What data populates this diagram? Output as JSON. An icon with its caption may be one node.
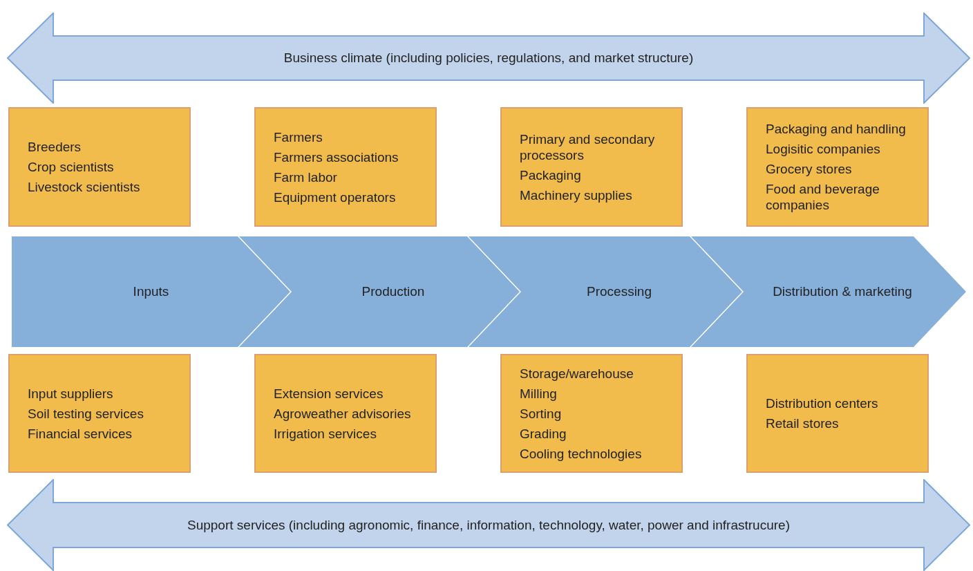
{
  "diagram": {
    "nodes": [
      {
        "text": [
          "Business climate (including policies, regulations, and market structure)"
        ]
      },
      {
        "text": [
          "Breeders",
          "Crop scientists",
          "Livestock scientists"
        ]
      },
      {
        "text": [
          "Farmers",
          "Farmers associations",
          "Farm labor",
          "Equipment operators"
        ]
      },
      {
        "text": [
          "Primary and secondary processors",
          "Packaging",
          "Machinery supplies"
        ]
      },
      {
        "text": [
          "Packaging and handling",
          "Logisitic companies",
          "Grocery stores",
          "Food and beverage companies"
        ]
      },
      {
        "text": [
          "Inputs"
        ]
      },
      {
        "text": [
          "Production"
        ]
      },
      {
        "text": [
          "Processing"
        ]
      },
      {
        "text": [
          "Distribution & marketing"
        ]
      },
      {
        "text": [
          "Input suppliers",
          "Soil testing services",
          "Financial services"
        ]
      },
      {
        "text": [
          "Extension services",
          "Agroweather advisories",
          "Irrigation services"
        ]
      },
      {
        "text": [
          "Storage/warehouse",
          "Milling",
          "Sorting",
          "Grading",
          "Cooling technologies"
        ]
      },
      {
        "text": [
          "Distribution centers",
          "Retail stores"
        ]
      },
      {
        "text": [
          "Support services (including agronomic, finance, information, technology, water, power and infrastrucure)"
        ]
      }
    ]
  }
}
